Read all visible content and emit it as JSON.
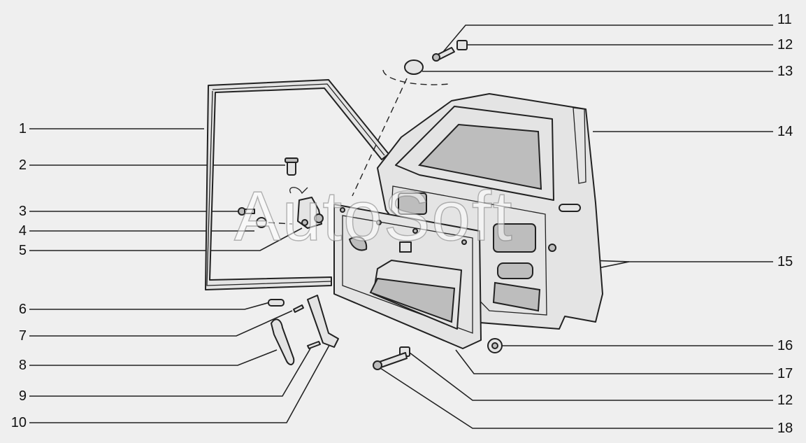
{
  "watermark": "AutoSoft",
  "callouts_left": [
    "1",
    "2",
    "3",
    "4",
    "5",
    "6",
    "7",
    "8",
    "9",
    "10"
  ],
  "callouts_right": [
    "11",
    "12",
    "13",
    "14",
    "15",
    "16",
    "17",
    "12",
    "18"
  ]
}
